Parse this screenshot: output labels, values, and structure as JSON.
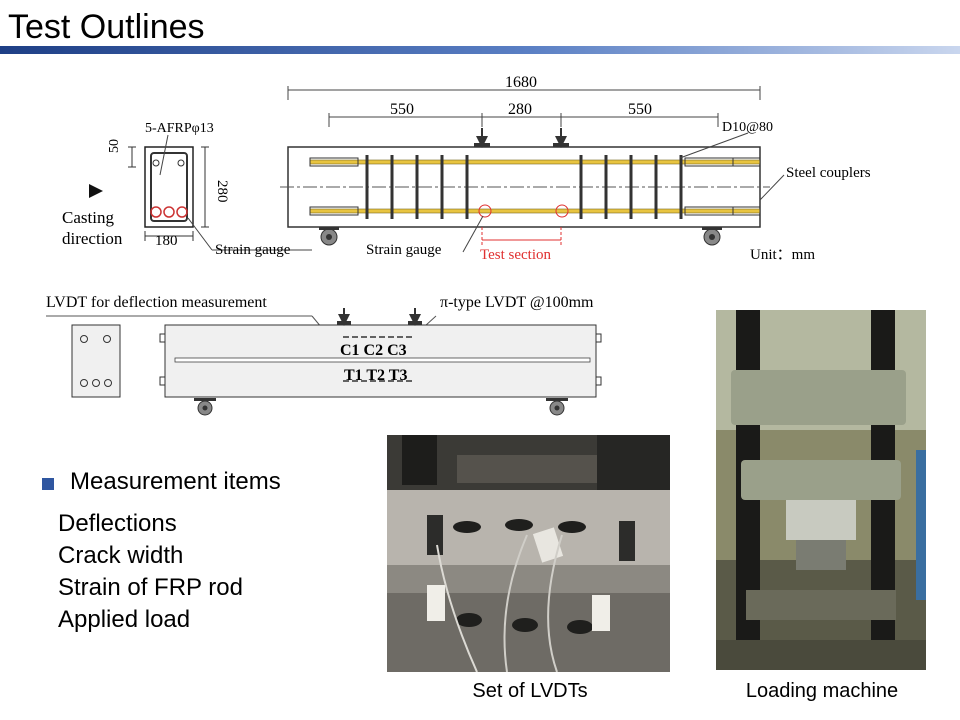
{
  "slide": {
    "title": "Test Outlines"
  },
  "section_diagram": {
    "label_rebar": "5-AFRPφ13",
    "dim_cover": "50",
    "dim_height": "280",
    "dim_width": "180",
    "casting_label_line1": "Casting",
    "casting_label_line2": "direction",
    "strain_gauge_left": "Strain gauge"
  },
  "beam_diagram": {
    "dim_total": "1680",
    "dim_left_span": "550",
    "dim_mid_span": "280",
    "dim_right_span": "550",
    "stirrup_label": "D10@80",
    "steel_couplers": "Steel couplers",
    "strain_gauge": "Strain gauge",
    "test_section": "Test section",
    "unit": "Unit：mm"
  },
  "lvdt_diagram": {
    "lvdt_deflection": "LVDT for deflection measurement",
    "pi_lvdt": "π-type LVDT @100mm",
    "compression_labels": "C1 C2 C3",
    "tension_labels": "T1 T2 T3"
  },
  "measurement": {
    "heading": "Measurement items",
    "items": [
      "Deflections",
      "Crack width",
      "Strain of FRP rod",
      "Applied load"
    ]
  },
  "photos": {
    "lvdt_caption": "Set of LVDTs",
    "machine_caption": "Loading machine"
  },
  "colors": {
    "accent": "#2f56a0",
    "rebar": "#e8c440",
    "test_section": "#e03030"
  }
}
